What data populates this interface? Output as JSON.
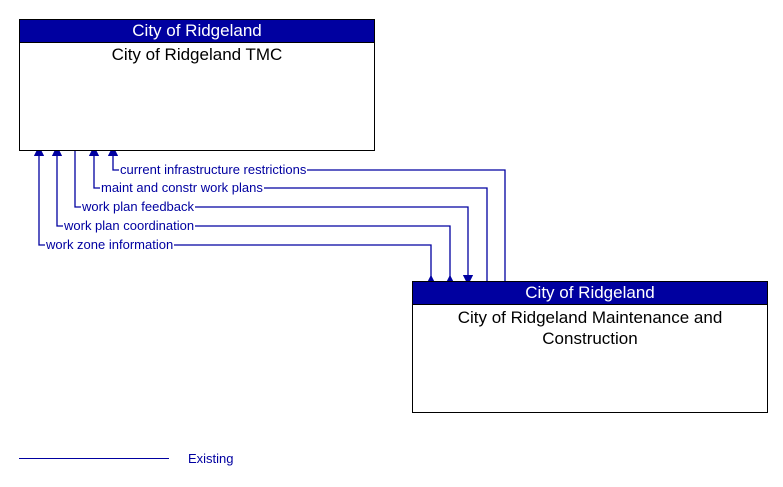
{
  "diagram": {
    "nodes": [
      {
        "id": "tmc",
        "owner": "City of Ridgeland",
        "name": "City of Ridgeland TMC"
      },
      {
        "id": "mc",
        "owner": "City of Ridgeland",
        "name": "City of Ridgeland Maintenance and Construction"
      }
    ],
    "flows": [
      {
        "label": "current infrastructure restrictions",
        "from": "mc",
        "to": "tmc",
        "status": "Existing"
      },
      {
        "label": "maint and constr work plans",
        "from": "mc",
        "to": "tmc",
        "status": "Existing"
      },
      {
        "label": "work plan feedback",
        "from": "tmc",
        "to": "mc",
        "status": "Existing"
      },
      {
        "label": "work plan coordination",
        "from": "mc",
        "to": "tmc",
        "status": "Existing"
      },
      {
        "label": "work zone information",
        "from": "mc",
        "to": "tmc",
        "status": "Existing"
      }
    ],
    "colors": {
      "header_bg": "#0000a0",
      "flow_line": "#0000a0",
      "border": "#000000"
    }
  },
  "legend": {
    "items": [
      {
        "label": "Existing",
        "color": "#0000a0",
        "style": "solid"
      }
    ]
  }
}
